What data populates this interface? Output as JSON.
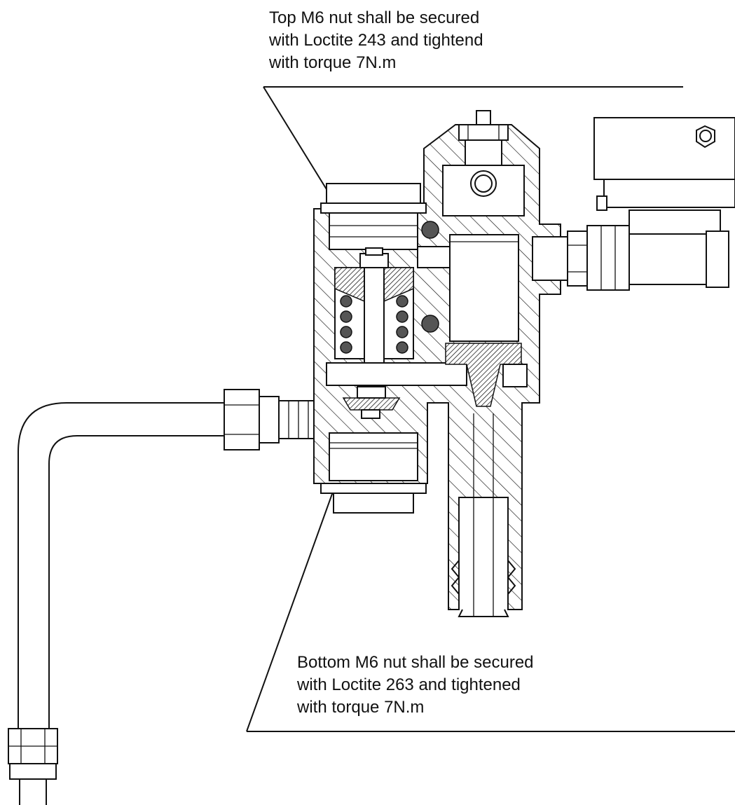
{
  "annotations": {
    "top": {
      "lines": [
        "Top M6 nut shall be secured",
        "with Loctite 243 and tightend",
        "with torque 7N.m"
      ]
    },
    "bottom": {
      "lines": [
        "Bottom M6 nut shall be secured",
        "with Loctite 263 and tightened",
        "with torque 7N.m"
      ]
    }
  }
}
